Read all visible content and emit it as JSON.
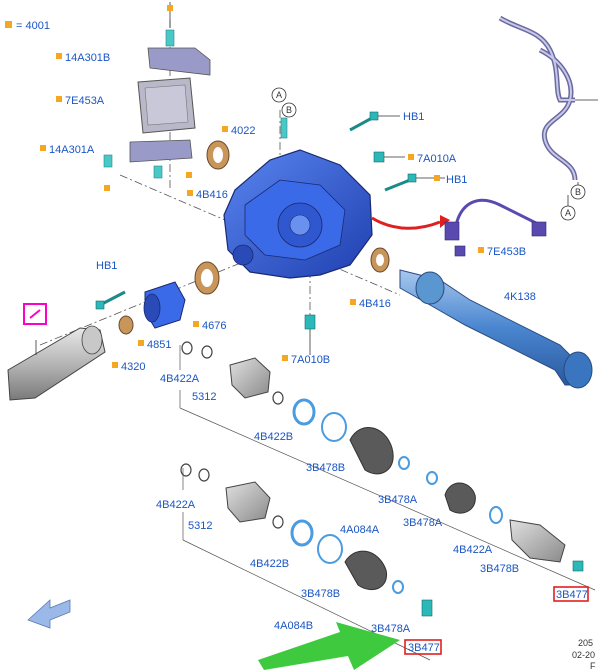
{
  "colors": {
    "label_text": "#1a56c4",
    "marker": "#f5a623",
    "housing_blue": "#2f5fe0",
    "ring_blue": "#4a9be0",
    "bronze": "#c8955a",
    "boot_gray": "#5a5a5a",
    "shaft_gray": "#b8b8b8",
    "highlight_red": "#e02020",
    "arrow_green": "#3ec93e",
    "pink_box": "#ff00c8"
  },
  "legend": {
    "text": "= 4001"
  },
  "labels": {
    "l_14A301B": "14A301B",
    "l_7E453A": "7E453A",
    "l_14A301A": "14A301A",
    "l_4022": "4022",
    "l_HB1_top": "HB1",
    "l_7A010A": "7A010A",
    "l_HB1_mid": "HB1",
    "l_4B416_left": "4B416",
    "l_7E453B": "7E453B",
    "l_HB1_left": "HB1",
    "l_4K138": "4K138",
    "l_4B416_right": "4B416",
    "l_4676": "4676",
    "l_4851": "4851",
    "l_4320": "4320",
    "l_7A010B": "7A010B",
    "l_4B422A_1": "4B422A",
    "l_5312_1": "5312",
    "l_4B422B_1": "4B422B",
    "l_3B478B_1": "3B478B",
    "l_3B478A_1": "3B478A",
    "l_3B478A_2": "3B478A",
    "l_4B422A_2": "4B422A",
    "l_3B478B_2": "3B478B",
    "l_3B477_1": "3B477",
    "l_4B422A_3": "4B422A",
    "l_5312_2": "5312",
    "l_4A084A": "4A084A",
    "l_4B422B_2": "4B422B",
    "l_3B478B_3": "3B478B",
    "l_4A084B": "4A084B",
    "l_3B478A_3": "3B478A",
    "l_3B477_2": "3B477"
  },
  "callouts": {
    "A_top": "A",
    "B_top": "B",
    "A_right": "A",
    "B_right": "B"
  },
  "footer": {
    "line1": "205",
    "line2": "02-20",
    "line3": "F"
  }
}
